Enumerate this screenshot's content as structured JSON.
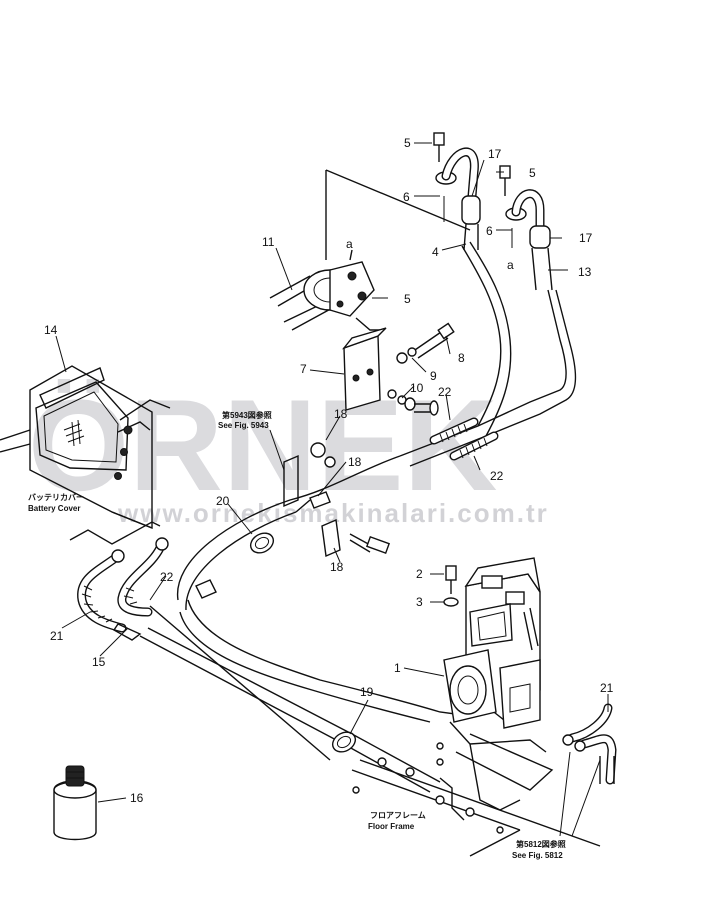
{
  "watermark": {
    "logo_text": "ÖRNEK",
    "url_text": "www.ornekismakinalari.com.tr"
  },
  "callouts": {
    "c5a": "5",
    "c17a": "17",
    "c5b": "5",
    "c6a": "6",
    "c6b": "6",
    "c17b": "17",
    "c4": "4",
    "c13": "13",
    "ca1": "a",
    "ca2": "a",
    "c11": "11",
    "c5c": "5",
    "c8": "8",
    "c9": "9",
    "c7": "7",
    "c10": "10",
    "c22a": "22",
    "c22b": "22",
    "c22c": "22",
    "c14": "14",
    "c18a": "18",
    "c18b": "18",
    "c18c": "18",
    "c20": "20",
    "c21a": "21",
    "c21b": "21",
    "c15": "15",
    "c2": "2",
    "c3": "3",
    "c1": "1",
    "c19": "19",
    "c16": "16"
  },
  "notes": {
    "fig5943_jp": "第5943図参照",
    "fig5943_en": "See Fig. 5943",
    "battery_jp": "バッテリカバー",
    "battery_en": "Battery Cover",
    "floor_jp": "フロアフレーム",
    "floor_en": "Floor Frame",
    "fig5812_jp": "第5812図参照",
    "fig5812_en": "See Fig. 5812"
  }
}
